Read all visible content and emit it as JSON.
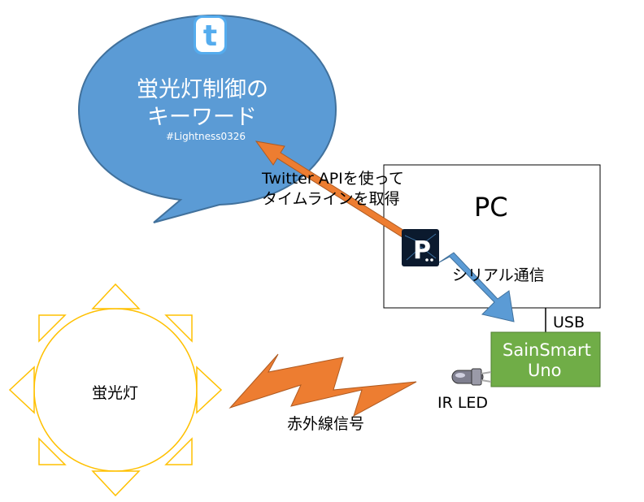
{
  "bubble": {
    "title_line1": "蛍光灯制御の",
    "title_line2": "キーワード",
    "hashtag": "#Lightness0326",
    "icon": "twitter-bird-icon",
    "color": "#5b9bd5"
  },
  "pc": {
    "label": "PC"
  },
  "processing_icon": {
    "name": "processing-icon",
    "letter": "P"
  },
  "arrow_api": {
    "label_line1": "Twitter APIを使って",
    "label_line2": "タイムラインを取得",
    "color": "#ed7d31"
  },
  "arrow_serial": {
    "label": "シリアル通信",
    "color": "#5b9bd5"
  },
  "usb": {
    "label": "USB"
  },
  "board": {
    "line1": "SainSmart",
    "line2": "Uno",
    "color": "#70ad47"
  },
  "ir_led": {
    "label": "IR LED",
    "icon": "ir-led-icon"
  },
  "signal": {
    "label": "赤外線信号",
    "color": "#ed7d31"
  },
  "lamp": {
    "label": "蛍光灯",
    "color": "#ffc000"
  }
}
